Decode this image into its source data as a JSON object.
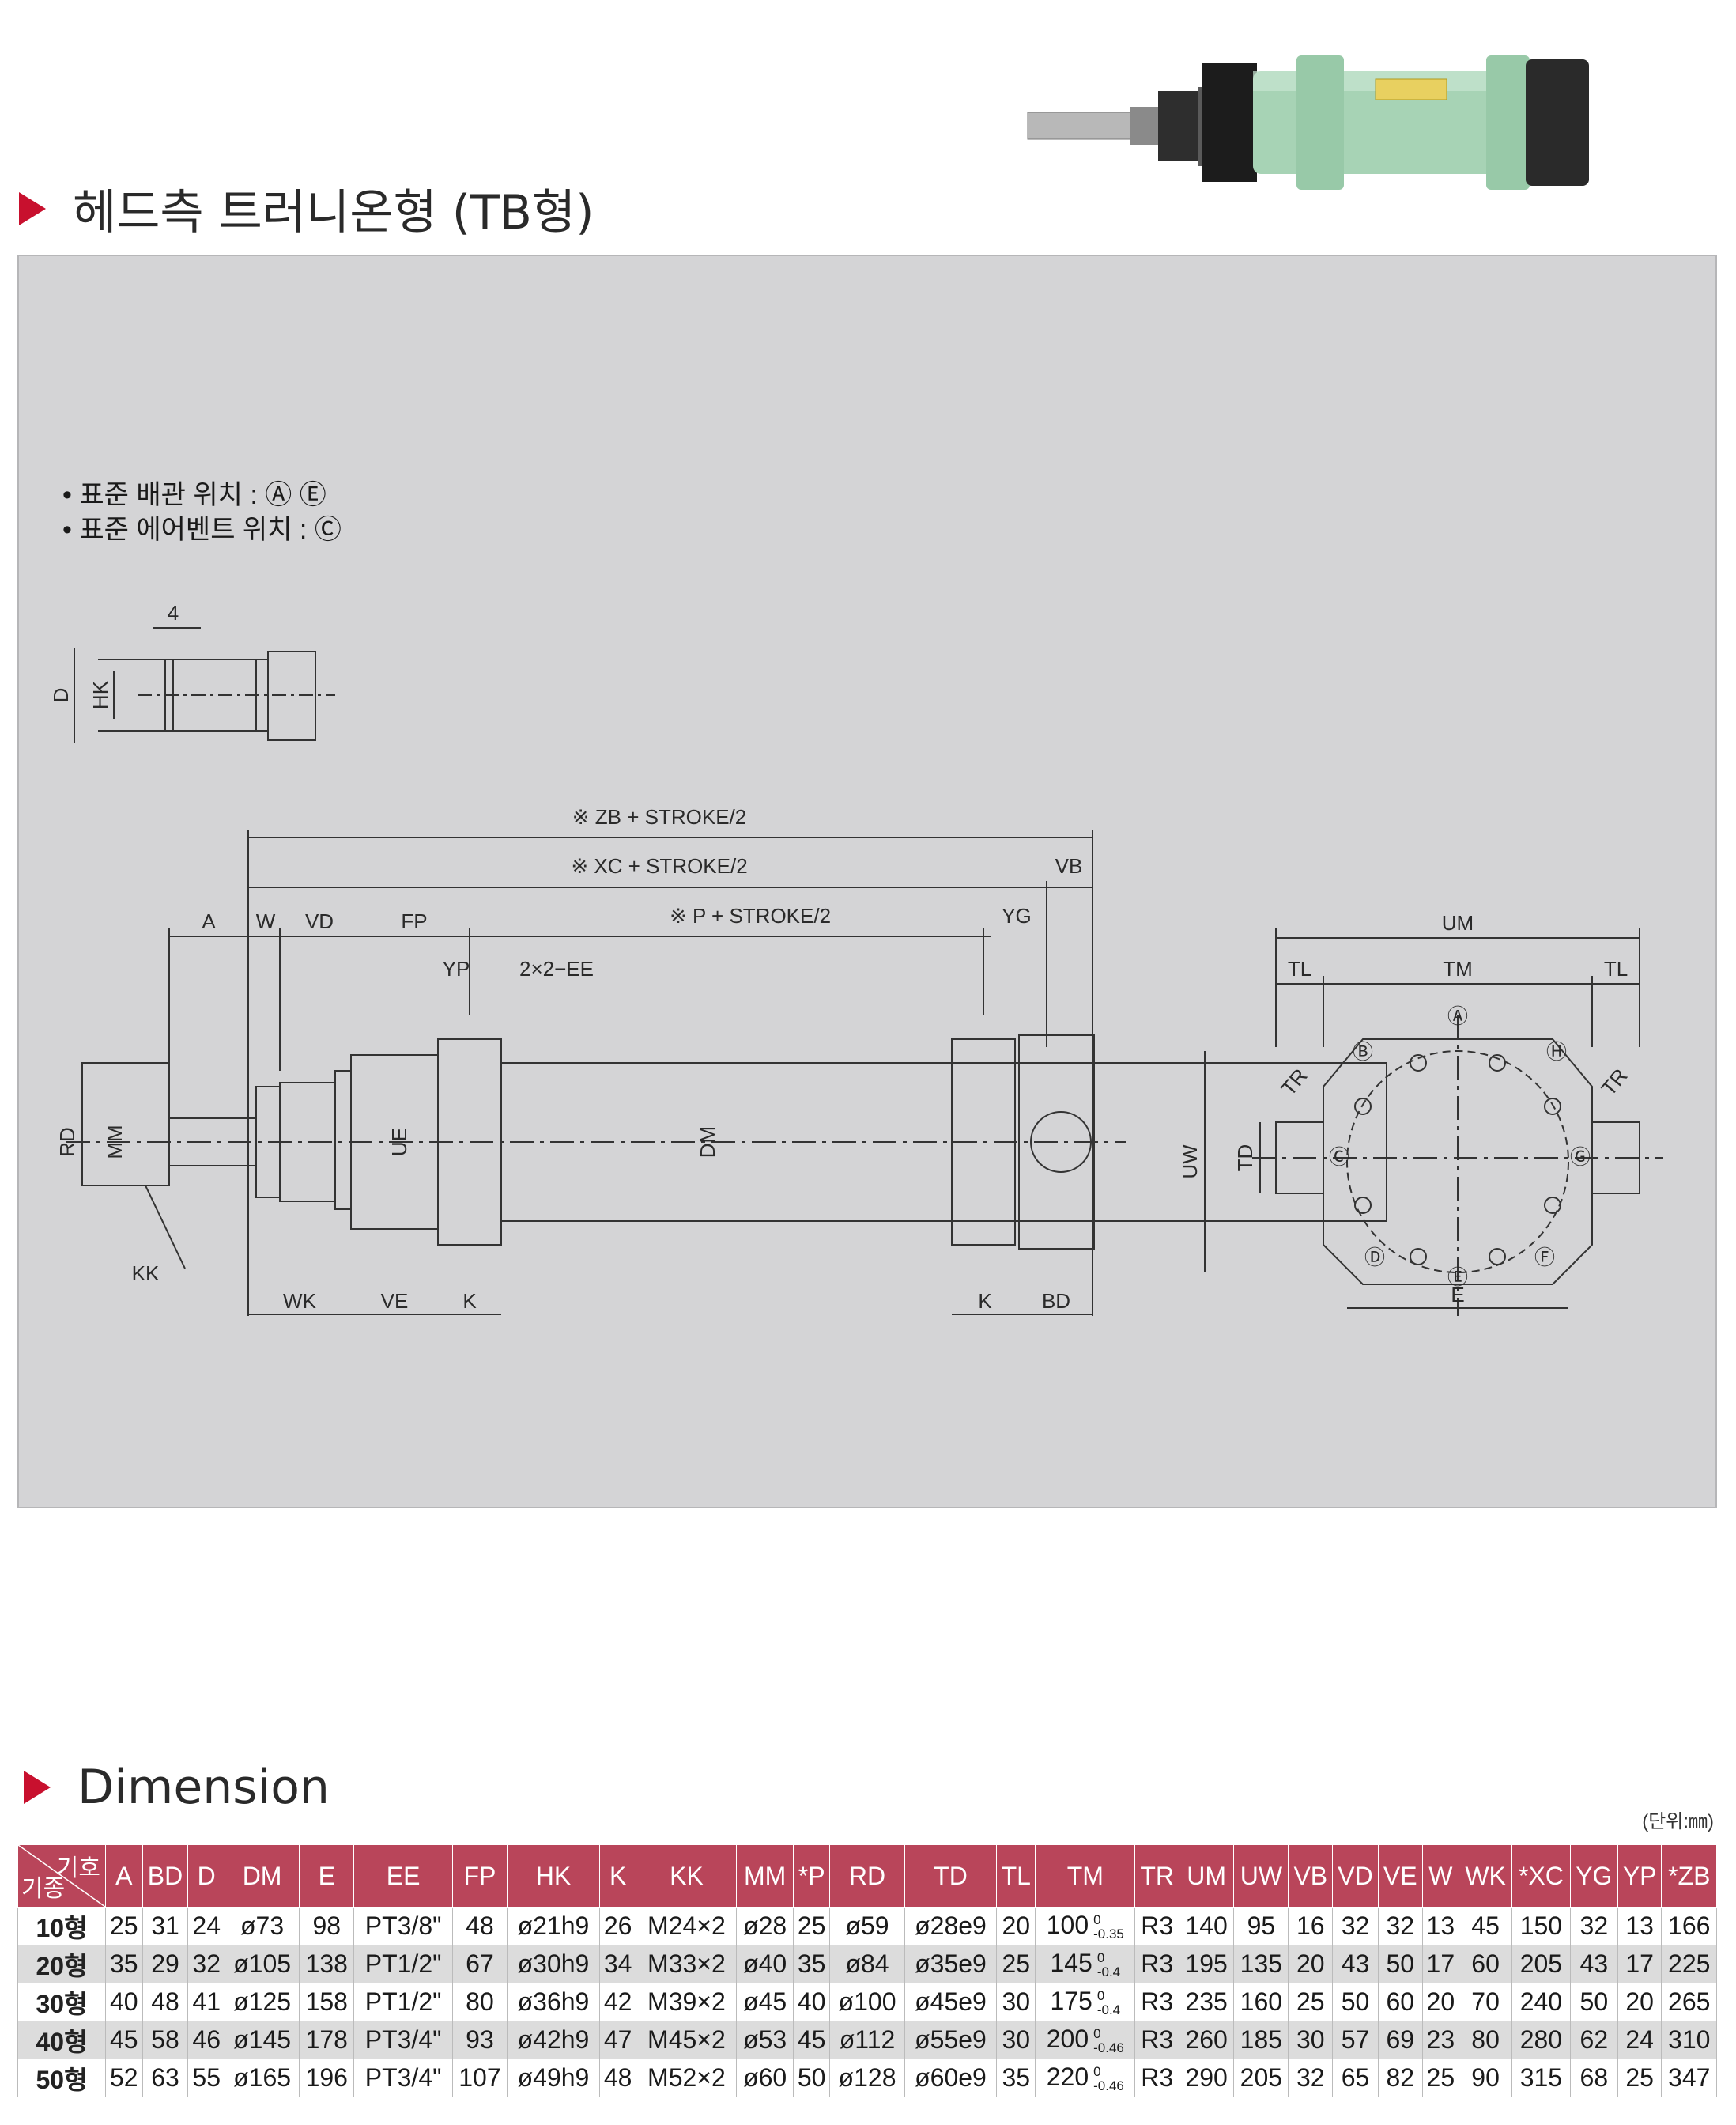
{
  "header": {
    "title": "헤드측 트러니온형 (TB형)"
  },
  "drawing": {
    "notes": [
      "• 표준 배관 위치 : Ⓐ Ⓔ",
      "• 표준 에어벤트 위치 : Ⓒ"
    ],
    "labels": {
      "zb": "※ ZB + STROKE/2",
      "xc": "※ XC + STROKE/2",
      "p": "※ P + STROKE/2",
      "vb": "VB",
      "a": "A",
      "w": "W",
      "vd": "VD",
      "fp": "FP",
      "yg": "YG",
      "yp": "YP",
      "ee": "2×2−EE",
      "rd": "RD",
      "mm": "MM",
      "ue": "UE",
      "dm": "DM",
      "kk": "KK",
      "wk": "WK",
      "ve": "VE",
      "k": "K",
      "bd": "BD",
      "d": "D",
      "hk": "HK",
      "four": "4",
      "um": "UM",
      "tl": "TL",
      "tm": "TM",
      "tr": "TR",
      "uw": "UW",
      "td": "TD",
      "e": "E",
      "pa": "Ⓐ",
      "pb": "Ⓑ",
      "pc": "Ⓒ",
      "pd": "Ⓓ",
      "pe": "Ⓔ",
      "pf": "Ⓕ",
      "pg": "Ⓖ",
      "ph": "Ⓗ"
    }
  },
  "dimension": {
    "title": "Dimension",
    "unit": "(단위:㎜)",
    "corner": {
      "code": "기호",
      "model": "기종"
    },
    "columns": [
      "A",
      "BD",
      "D",
      "DM",
      "E",
      "EE",
      "FP",
      "HK",
      "K",
      "KK",
      "MM",
      "*P",
      "RD",
      "TD",
      "TL",
      "TM",
      "TR",
      "UM",
      "UW",
      "VB",
      "VD",
      "VE",
      "W",
      "WK",
      "*XC",
      "YG",
      "YP",
      "*ZB"
    ],
    "rows": [
      {
        "model": "10형",
        "A": "25",
        "BD": "31",
        "D": "24",
        "DM": "ø73",
        "E": "98",
        "EE": "PT3/8\"",
        "FP": "48",
        "HK": "ø21h9",
        "K": "26",
        "KK": "M24×2",
        "MM": "ø28",
        "P": "25",
        "RD": "ø59",
        "TD": "ø28e9",
        "TL": "20",
        "TM": "100",
        "TM_up": "0",
        "TM_low": "-0.35",
        "TR": "R3",
        "UM": "140",
        "UW": "95",
        "VB": "16",
        "VD": "32",
        "VE": "32",
        "W": "13",
        "WK": "45",
        "XC": "150",
        "YG": "32",
        "YP": "13",
        "ZB": "166"
      },
      {
        "model": "20형",
        "A": "35",
        "BD": "29",
        "D": "32",
        "DM": "ø105",
        "E": "138",
        "EE": "PT1/2\"",
        "FP": "67",
        "HK": "ø30h9",
        "K": "34",
        "KK": "M33×2",
        "MM": "ø40",
        "P": "35",
        "RD": "ø84",
        "TD": "ø35e9",
        "TL": "25",
        "TM": "145",
        "TM_up": "0",
        "TM_low": "-0.4",
        "TR": "R3",
        "UM": "195",
        "UW": "135",
        "VB": "20",
        "VD": "43",
        "VE": "50",
        "W": "17",
        "WK": "60",
        "XC": "205",
        "YG": "43",
        "YP": "17",
        "ZB": "225"
      },
      {
        "model": "30형",
        "A": "40",
        "BD": "48",
        "D": "41",
        "DM": "ø125",
        "E": "158",
        "EE": "PT1/2\"",
        "FP": "80",
        "HK": "ø36h9",
        "K": "42",
        "KK": "M39×2",
        "MM": "ø45",
        "P": "40",
        "RD": "ø100",
        "TD": "ø45e9",
        "TL": "30",
        "TM": "175",
        "TM_up": "0",
        "TM_low": "-0.4",
        "TR": "R3",
        "UM": "235",
        "UW": "160",
        "VB": "25",
        "VD": "50",
        "VE": "60",
        "W": "20",
        "WK": "70",
        "XC": "240",
        "YG": "50",
        "YP": "20",
        "ZB": "265"
      },
      {
        "model": "40형",
        "A": "45",
        "BD": "58",
        "D": "46",
        "DM": "ø145",
        "E": "178",
        "EE": "PT3/4\"",
        "FP": "93",
        "HK": "ø42h9",
        "K": "47",
        "KK": "M45×2",
        "MM": "ø53",
        "P": "45",
        "RD": "ø112",
        "TD": "ø55e9",
        "TL": "30",
        "TM": "200",
        "TM_up": "0",
        "TM_low": "-0.46",
        "TR": "R3",
        "UM": "260",
        "UW": "185",
        "VB": "30",
        "VD": "57",
        "VE": "69",
        "W": "23",
        "WK": "80",
        "XC": "280",
        "YG": "62",
        "YP": "24",
        "ZB": "310"
      },
      {
        "model": "50형",
        "A": "52",
        "BD": "63",
        "D": "55",
        "DM": "ø165",
        "E": "196",
        "EE": "PT3/4\"",
        "FP": "107",
        "HK": "ø49h9",
        "K": "48",
        "KK": "M52×2",
        "MM": "ø60",
        "P": "50",
        "RD": "ø128",
        "TD": "ø60e9",
        "TL": "35",
        "TM": "220",
        "TM_up": "0",
        "TM_low": "-0.46",
        "TR": "R3",
        "UM": "290",
        "UW": "205",
        "VB": "32",
        "VD": "65",
        "VE": "82",
        "W": "25",
        "WK": "90",
        "XC": "315",
        "YG": "68",
        "YP": "25",
        "ZB": "347"
      }
    ]
  },
  "colors": {
    "accent": "#c8102e",
    "header_bg": "#b9455a",
    "drawing_bg": "#d4d4d6",
    "cylinder": "#a7d3b5"
  }
}
